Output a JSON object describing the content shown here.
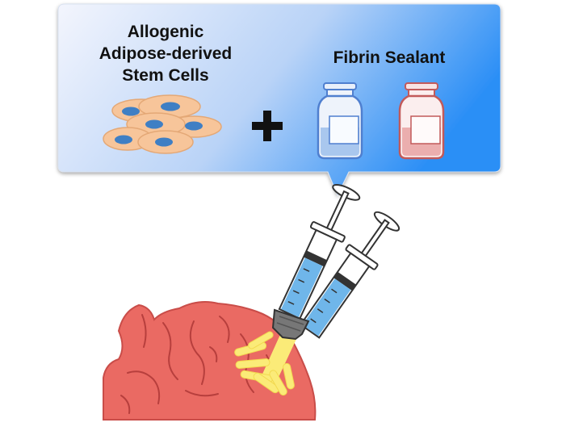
{
  "labels": {
    "stem_line1": "Allogenic",
    "stem_line2": "Adipose-derived",
    "stem_line3": "Stem Cells",
    "fibrin": "Fibrin Sealant"
  },
  "icons": {
    "plus": "plus-icon",
    "cells": "stem-cells-icon",
    "vial_blue": "vial-icon",
    "vial_red": "vial-icon",
    "syringes": "double-syringe-icon",
    "spray": "spray-icon",
    "tissue": "tissue-icon"
  },
  "colors": {
    "panel_light": "#f1f4fd",
    "panel_dark": "#2f8ff5",
    "cell_body": "#f7c59a",
    "cell_nucleus": "#3f7fc4",
    "vial_blue": "#5f8fd6",
    "vial_red": "#cf6b6b",
    "tissue": "#ea6a63",
    "spray": "#fbeb78",
    "syringe_fluid": "#6fb6ea"
  }
}
